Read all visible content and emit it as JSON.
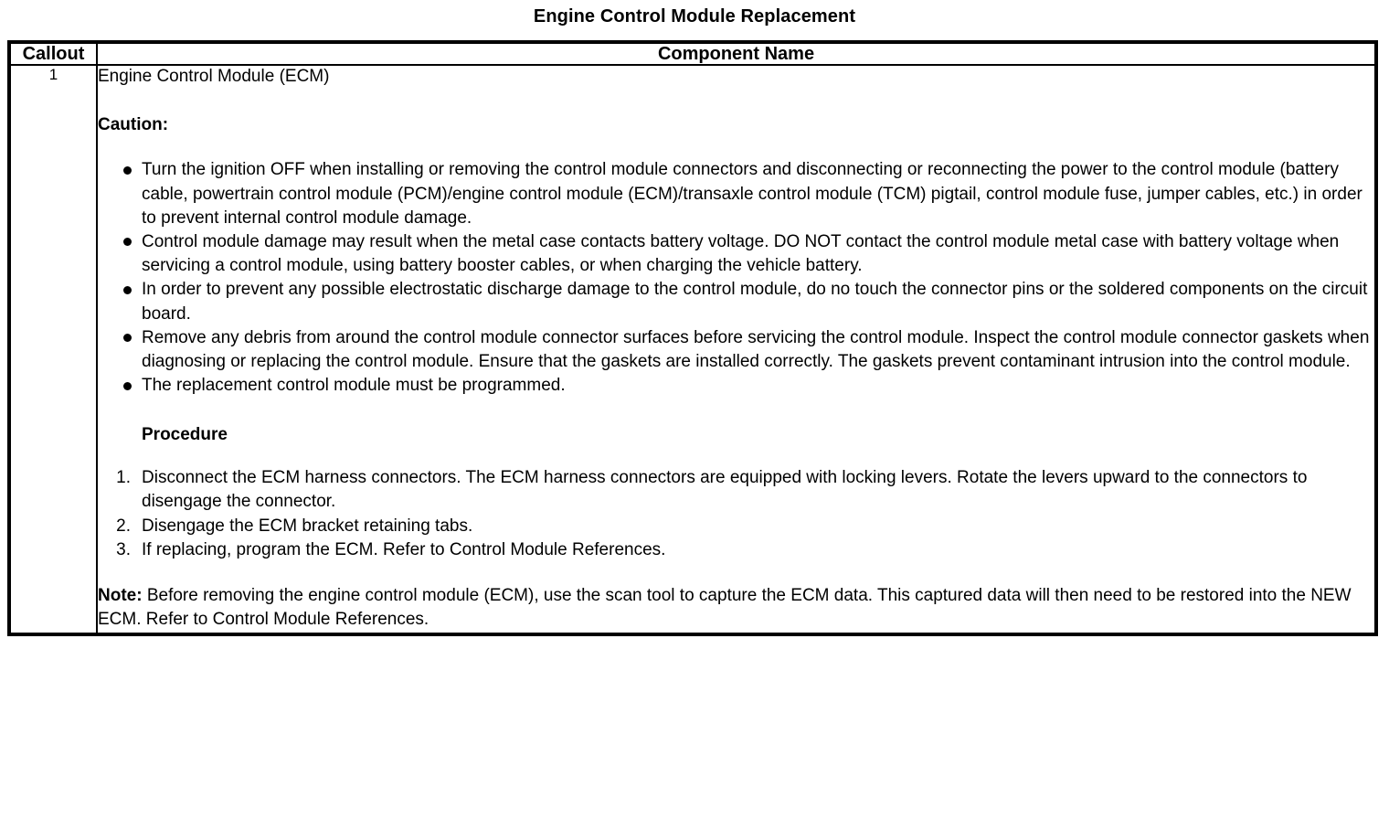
{
  "document": {
    "title": "Engine Control Module Replacement"
  },
  "table": {
    "headers": {
      "callout": "Callout",
      "component_name": "Component Name"
    },
    "rows": [
      {
        "callout": "1",
        "component_name": "Engine Control Module (ECM)",
        "caution_heading": "Caution:",
        "caution_bullets": [
          "Turn the ignition OFF when installing or removing the control module connectors and disconnecting or reconnecting the power to the control module (battery cable, powertrain control module (PCM)/engine control module (ECM)/transaxle control module (TCM) pigtail, control module fuse, jumper cables, etc.) in order to prevent internal control module damage.",
          "Control module damage may result when the metal case contacts battery voltage. DO NOT contact the control module metal case with battery voltage when servicing a control module, using battery booster cables, or when charging the vehicle battery.",
          "In order to prevent any possible electrostatic discharge damage to the control module, do no touch the connector pins or the soldered components on the circuit board.",
          "Remove any debris from around the control module connector surfaces before servicing the control module. Inspect the control module connector gaskets when diagnosing or replacing the control module. Ensure that the gaskets are installed correctly. The gaskets prevent contaminant intrusion into the control module.",
          "The replacement control module must be programmed."
        ],
        "procedure_heading": "Procedure",
        "procedure_steps": [
          {
            "number": "1.",
            "text": "Disconnect the ECM harness connectors. The ECM harness connectors are equipped with locking levers. Rotate the levers upward to the connectors to disengage the connector."
          },
          {
            "number": "2.",
            "text": "Disengage the ECM bracket retaining tabs."
          },
          {
            "number": "3.",
            "text": "If replacing, program the ECM. Refer to Control Module References."
          }
        ],
        "note": {
          "label": "Note:",
          "text": " Before removing the engine control module (ECM), use the scan tool to capture the ECM data. This captured data will then need to be restored into the NEW ECM. Refer to Control Module References."
        }
      }
    ]
  },
  "colors": {
    "text": "#000000",
    "background": "#ffffff",
    "border": "#000000"
  }
}
